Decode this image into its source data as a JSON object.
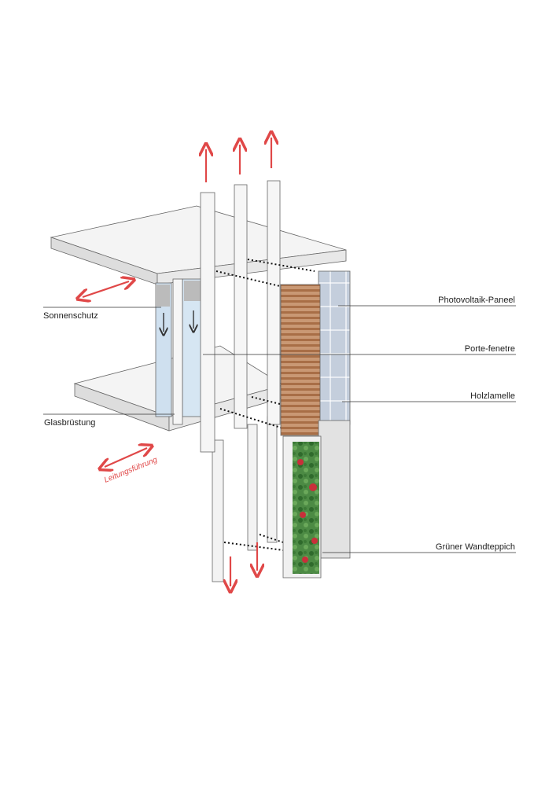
{
  "labels": {
    "photovoltaik": "Photovoltaik-Paneel",
    "porte_fenetre": "Porte-fenetre",
    "holzlamelle": "Holzlamelle",
    "gruener_wandteppich": "Grüner Wandteppich",
    "sonnenschutz": "Sonnenschutz",
    "glasbruestung": "Glasbrüstung",
    "leitungsfuehrung": "Leitungsführung"
  },
  "colors": {
    "arrow": "#e04848",
    "wood": "#b9825a",
    "pv": "#b8c3d4",
    "green": "#3f7d3a",
    "flower": "#c8303a"
  }
}
